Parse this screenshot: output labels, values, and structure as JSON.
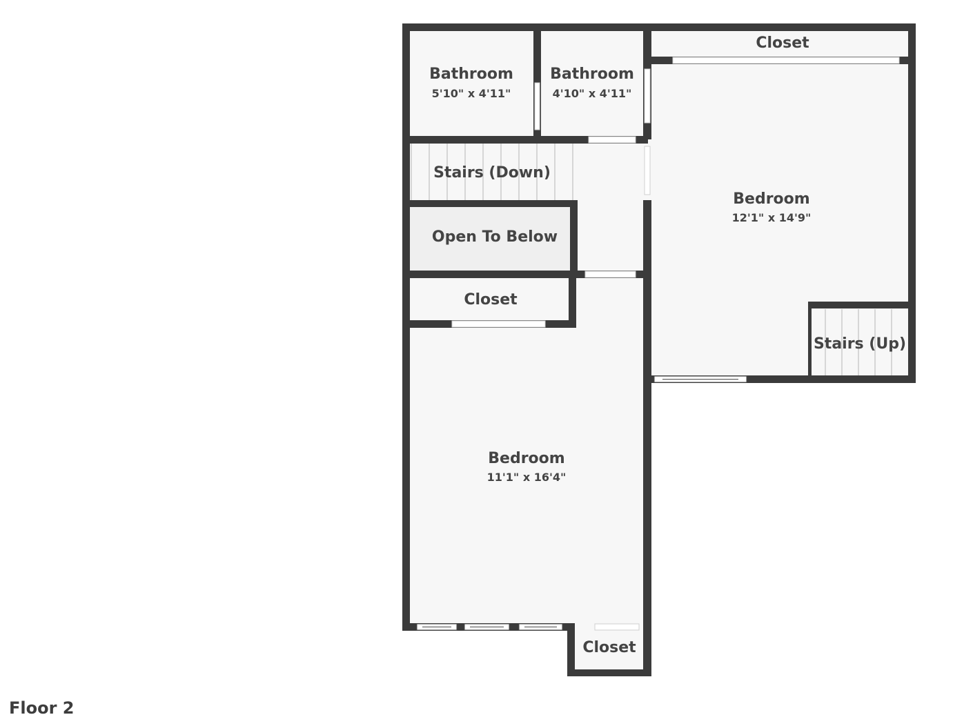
{
  "floor_label": "Floor 2",
  "colors": {
    "wall": "#3b3b3b",
    "floor": "#f7f7f7",
    "text": "#444444"
  },
  "rooms": {
    "bathroom_1": {
      "name": "Bathroom",
      "dims": "5'10\" x 4'11\""
    },
    "bathroom_2": {
      "name": "Bathroom",
      "dims": "4'10\" x 4'11\""
    },
    "closet_top": {
      "name": "Closet"
    },
    "stairs_down": {
      "name": "Stairs (Down)"
    },
    "open_to_below": {
      "name": "Open To Below"
    },
    "bedroom_1": {
      "name": "Bedroom",
      "dims": "12'1\" x 14'9\""
    },
    "closet_left": {
      "name": "Closet"
    },
    "stairs_up": {
      "name": "Stairs (Up)"
    },
    "bedroom_2": {
      "name": "Bedroom",
      "dims": "11'1\" x 16'4\""
    },
    "closet_bottom": {
      "name": "Closet"
    }
  }
}
